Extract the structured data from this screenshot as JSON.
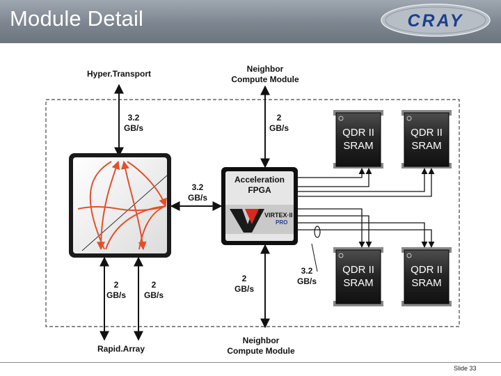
{
  "header": {
    "title": "Module Detail",
    "logo_text": "CRAY"
  },
  "diagram": {
    "hypertransport": "Hyper.Transport",
    "neighbor_top": [
      "Neighbor",
      "Compute Module"
    ],
    "neighbor_bottom": [
      "Neighbor",
      "Compute Module"
    ],
    "bw_ht": [
      "3.2",
      "GB/s"
    ],
    "bw_top_right": [
      "2",
      "GB/s"
    ],
    "bw_link": [
      "3.2",
      "GB/s"
    ],
    "bw_left_a": [
      "2",
      "GB/s"
    ],
    "bw_left_b": [
      "2",
      "GB/s"
    ],
    "bw_fpga_down": [
      "2",
      "GB/s"
    ],
    "bw_fpga_right": [
      "3.2",
      "GB/s"
    ],
    "fpga_label": [
      "Acceleration",
      "FPGA"
    ],
    "fpga_logo": "VIRTEX·II",
    "fpga_logo_sub": "PRO",
    "rapidarray": "Rapid.Array",
    "qdr": [
      [
        "QDR II",
        "SRAM"
      ],
      [
        "QDR II",
        "SRAM"
      ],
      [
        "QDR II",
        "SRAM"
      ],
      [
        "QDR II",
        "SRAM"
      ]
    ]
  },
  "footer": {
    "slide": "Slide 33"
  },
  "colors": {
    "header_bg": "#7d8690",
    "logo_blue": "#1c3f8c",
    "router_arrows": "#e2502a",
    "fpga_red": "#d62a1c"
  }
}
